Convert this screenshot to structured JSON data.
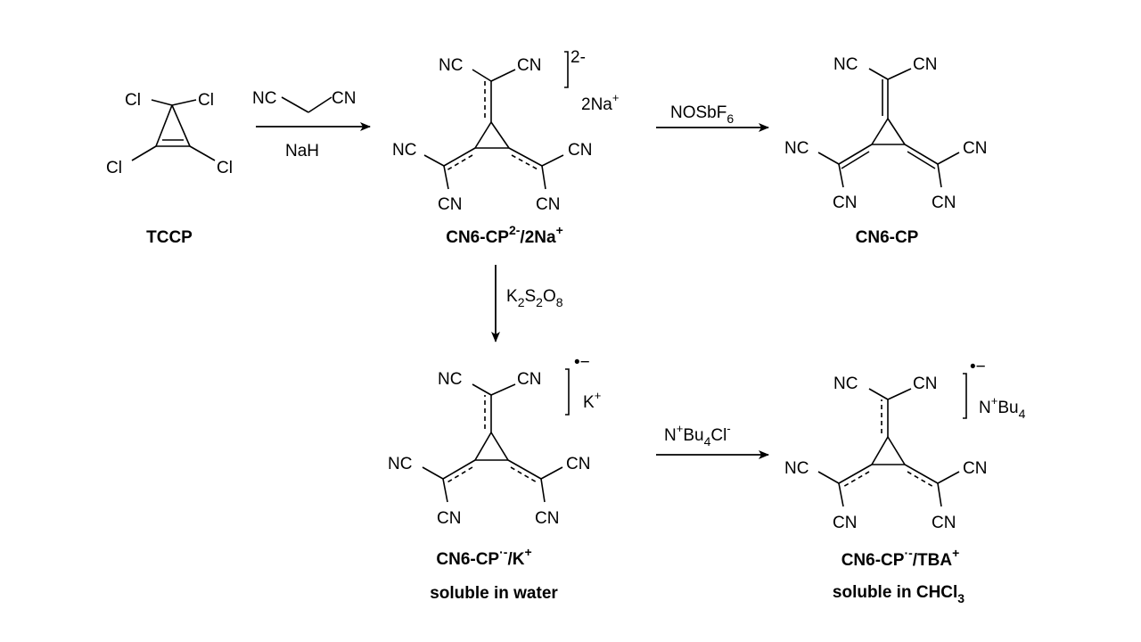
{
  "atoms": {
    "cl": "Cl",
    "nc": "NC",
    "cn": "CN"
  },
  "reagents": {
    "nah": "NaH",
    "nosbf6": {
      "a": "NOSbF",
      "sub": "6"
    },
    "k2s2o8": {
      "k": "K",
      "s1": "2",
      "s": "S",
      "s2": "2",
      "o": "O",
      "s3": "8"
    },
    "tba_cl": {
      "n": "N",
      "sup1": "+",
      "bu": "Bu",
      "sub": "4",
      "cl": "Cl",
      "sup2": "-"
    }
  },
  "counterions": {
    "dianion_charge": "2-",
    "two_na": {
      "text": "2Na",
      "sup": "+"
    },
    "radical_charge": "•−",
    "k": {
      "text": "K",
      "sup": "+"
    },
    "tba": {
      "n": "N",
      "sup": "+",
      "bu": "Bu",
      "sub": "4"
    }
  },
  "compounds": {
    "tccp": "TCCP",
    "dianion_salt": {
      "a": "CN6-CP",
      "sup": "2-",
      "b": "/2Na",
      "sup2": "+"
    },
    "neutral": "CN6-CP",
    "k_salt": {
      "a": "CN6-CP",
      "sup": "·-",
      "b": "/K",
      "sup2": "+",
      "note": "soluble in water"
    },
    "tba_salt": {
      "a": "CN6-CP",
      "sup": "·-",
      "b": "/TBA",
      "sup2": "+",
      "note_a": "soluble in CHCl",
      "note_sub": "3"
    }
  }
}
